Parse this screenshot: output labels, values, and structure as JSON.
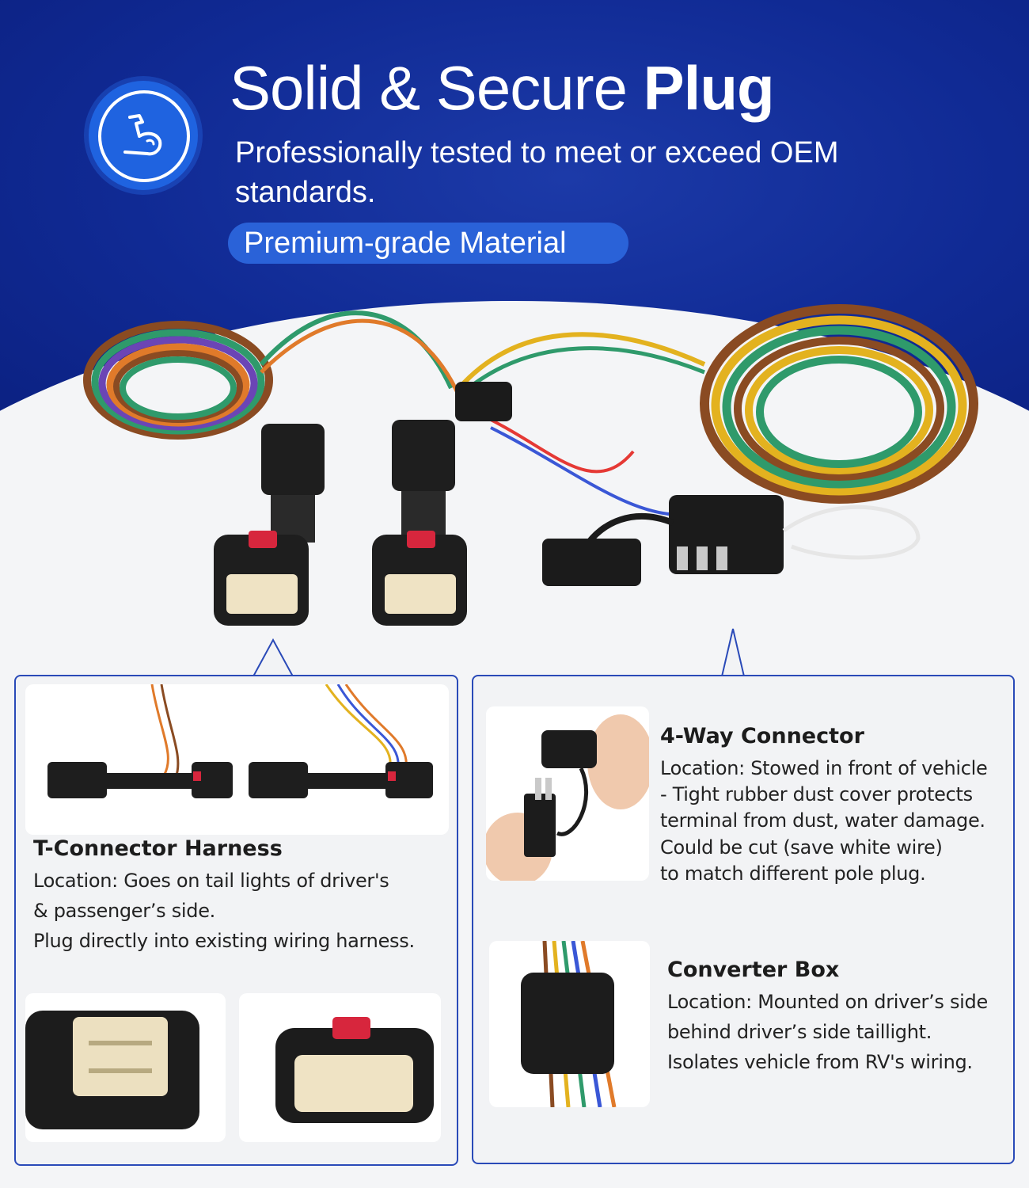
{
  "header": {
    "title_regular": "Solid & Secure ",
    "title_bold": "Plug",
    "subtitle": "Professionally tested to meet or exceed OEM standards.",
    "badge": "Premium-grade Material",
    "logo_icon": "flexed-arm-icon"
  },
  "colors": {
    "brand_blue": "#102a94",
    "accent_blue": "#2a62d8",
    "panel_border": "#2a4ab8"
  },
  "features": {
    "t_connector": {
      "title": "T-Connector Harness",
      "lines": [
        "Location: Goes on tail lights of driver's",
        "& passenger’s side.",
        "Plug directly into existing wiring harness."
      ]
    },
    "four_way": {
      "title": "4-Way Connector",
      "lines": [
        "Location: Stowed in front of vehicle",
        "- Tight rubber dust cover protects",
        "terminal from dust, water damage.",
        "Could be cut (save white wire)",
        "to match different pole plug."
      ]
    },
    "converter_box": {
      "title": "Converter Box",
      "lines": [
        "Location: Mounted on driver’s side",
        "behind driver’s side taillight.",
        "Isolates vehicle from RV's wiring."
      ]
    }
  }
}
